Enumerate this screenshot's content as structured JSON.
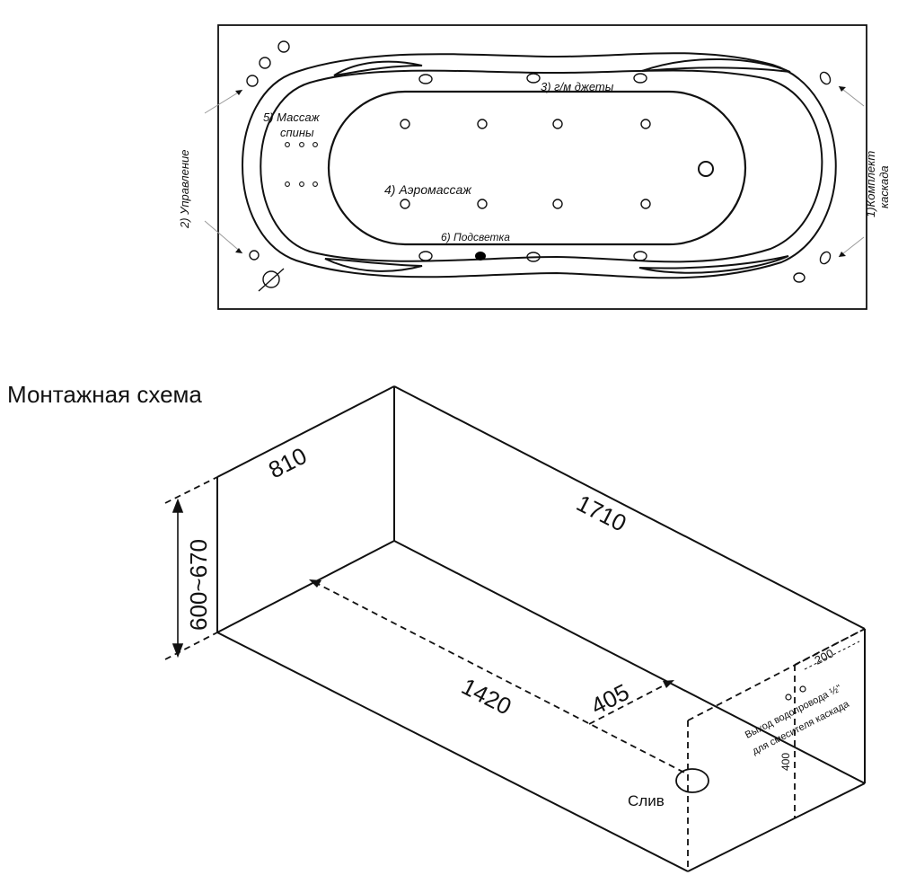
{
  "top_view": {
    "label_cascade_line1": "1)Комплект",
    "label_cascade_line2": "каскада",
    "label_control": "2) Управление",
    "label_jets": "3) г/м джеты",
    "label_aero": "4) Аэромассаж",
    "label_back_line1": "5) Массаж",
    "label_back_line2": "спины",
    "label_light": "6) Подсветка"
  },
  "mounting": {
    "title": "Монтажная схема",
    "width": "810",
    "length": "1710",
    "height": "600~670",
    "inner_length": "1420",
    "drain_offset": "405",
    "drain_label": "Слив",
    "pipe_note_line1": "Выход водопровода ½\"",
    "pipe_note_line2": "для смесителя каскада",
    "pipe_offset": "200",
    "pipe_height": "400"
  }
}
